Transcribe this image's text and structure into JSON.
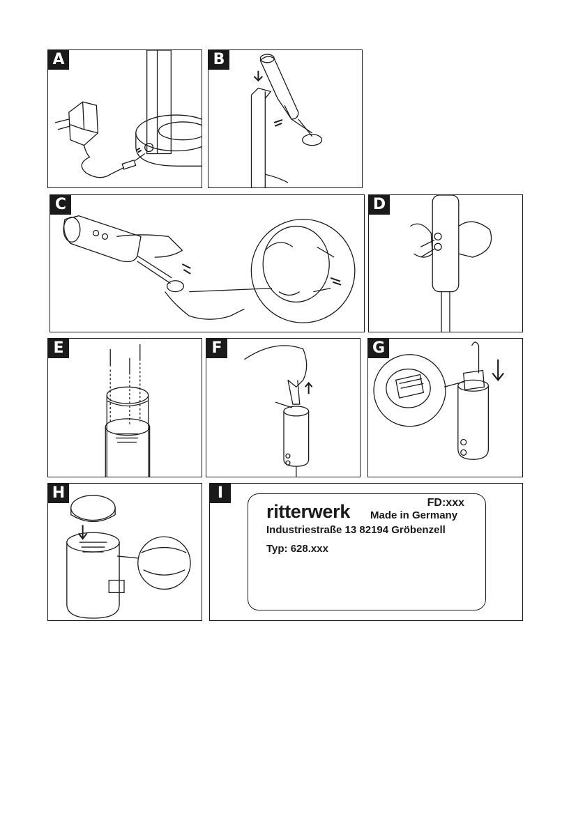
{
  "panels": {
    "a": {
      "letter": "A"
    },
    "b": {
      "letter": "B"
    },
    "c": {
      "letter": "C"
    },
    "d": {
      "letter": "D"
    },
    "e": {
      "letter": "E"
    },
    "f": {
      "letter": "F"
    },
    "g": {
      "letter": "G"
    },
    "h": {
      "letter": "H"
    },
    "i": {
      "letter": "I"
    }
  },
  "rating_label": {
    "brand": "ritterwerk",
    "fd": "FD:xxx",
    "made_in": "Made in Germany",
    "address": "Industriestraße 13   82194 Gröbenzell",
    "type": "Typ: 628.xxx"
  }
}
